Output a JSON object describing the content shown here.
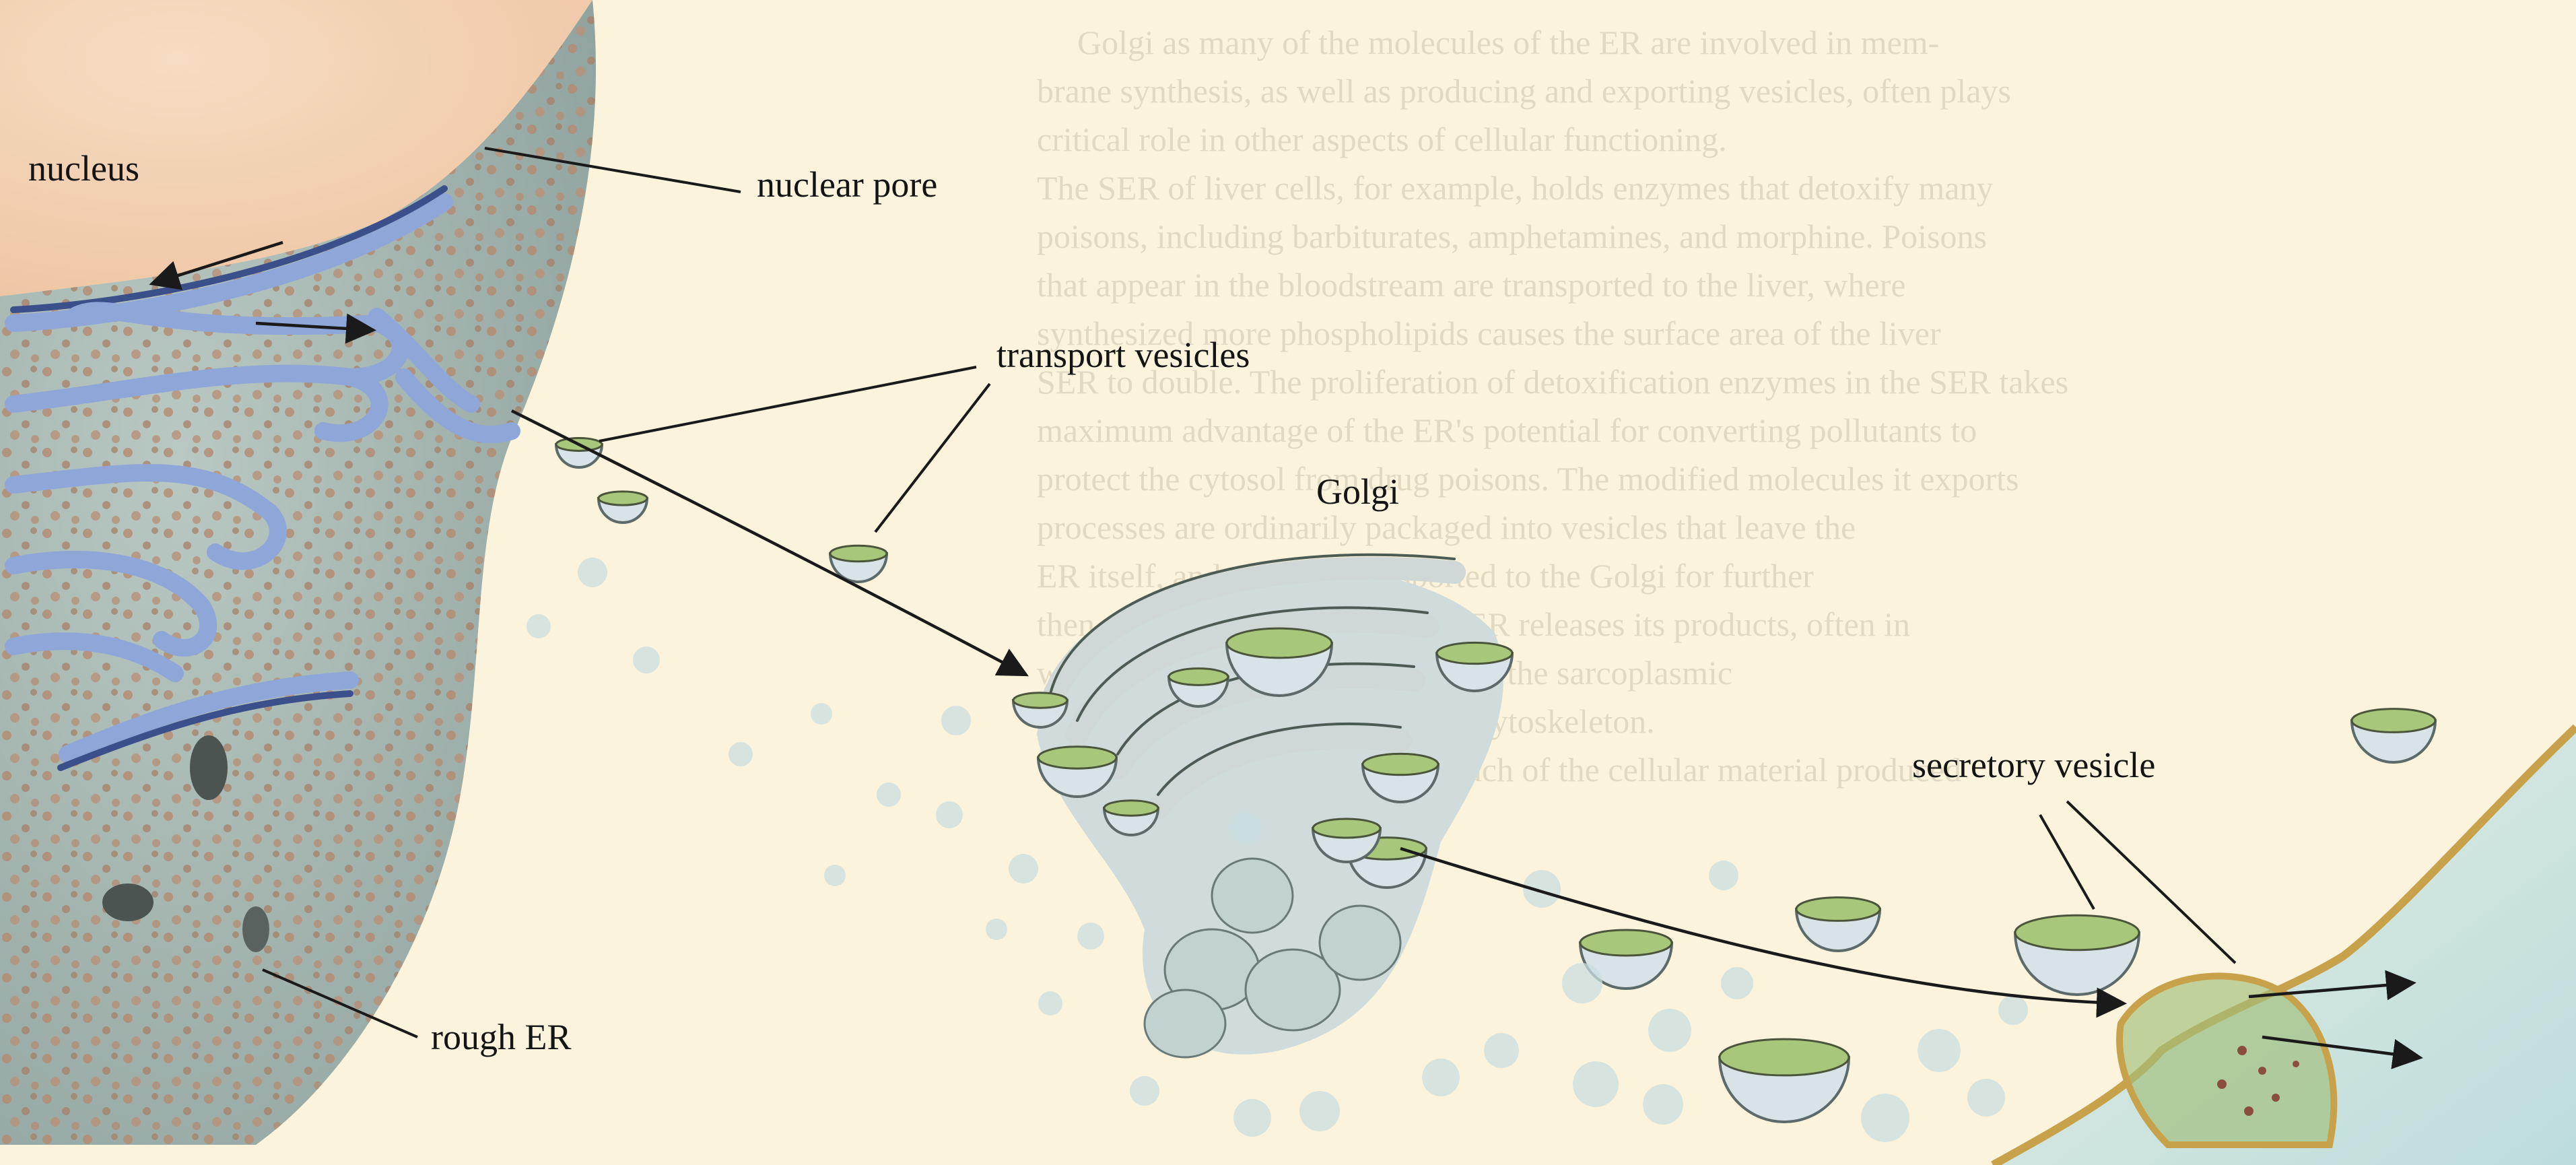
{
  "labels": {
    "nucleus": "nucleus",
    "nuclear_pore": "nuclear pore",
    "transport_vesicles": "transport vesicles",
    "golgi": "Golgi",
    "secretory_vesicle": "secretory vesicle",
    "rough_er": "rough ER"
  },
  "background_text": [
    "Golgi as many of the molecules of the ER are involved in mem-",
    "brane synthesis, as well as producing and exporting vesicles, often plays",
    "critical role in other aspects of cellular functioning.",
    "The SER of liver cells, for example, holds enzymes that detoxify many",
    "poisons, including barbiturates, amphetamines, and morphine. Poisons",
    "that appear in the bloodstream are transported to the liver, where",
    "synthesized more phospholipids causes the surface area of the liver",
    "SER to double. The proliferation of detoxification enzymes in the SER takes",
    "maximum advantage of the ER's potential for converting pollutants to",
    "protect the cytosol from drug poisons. The modified molecules it exports",
    "processes are ordinarily packaged into vesicles that leave the",
    "ER itself, and are then transported to the Golgi for further",
    "then moved down. Finally the SER releases its products, often in",
    "which, as we shall see, prompts of the sarcoplasmic",
    "or complexes of elements of the cytoskeleton.",
    "The Golgi apparatus receives much of the cellular material produced"
  ],
  "colors": {
    "nucleus": "#f2d2b4",
    "er_membrane": "#3b4f8a",
    "er_lumen": "#8fa6d8",
    "ribosome": "#b9947a",
    "golgi": "#cfd8d6",
    "vesicle_content": "#a9c77a",
    "plasma_membrane": "#c8a24a",
    "extracellular": "#cfe6e6"
  }
}
